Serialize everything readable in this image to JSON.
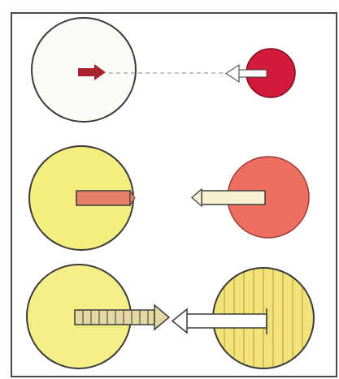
{
  "diagram": {
    "rows": [
      {
        "id": "row-1",
        "left_sphere": {
          "fill": "#fbfbf6"
        },
        "right_sphere": {
          "fill": "#d41a3a"
        },
        "connector": "dashed-line"
      },
      {
        "id": "row-2",
        "left_sphere": {
          "fill": "#f3ee7e"
        },
        "right_sphere": {
          "fill": "#ee6f5f"
        },
        "connector": "none"
      },
      {
        "id": "row-3",
        "left_sphere": {
          "fill": "#f4ee86"
        },
        "right_sphere": {
          "fill": "#f1e27a"
        },
        "connector": "none"
      }
    ],
    "colors": {
      "outline": "#3a3a3a",
      "frame": "#4a4a4a",
      "arrow_dark_red": "#a8232d",
      "bar_salmon": "#e5806b",
      "bar_cream": "#f7f1d4",
      "hatch_bar": "#e3d8a2",
      "stripe": "#c9b046"
    }
  }
}
